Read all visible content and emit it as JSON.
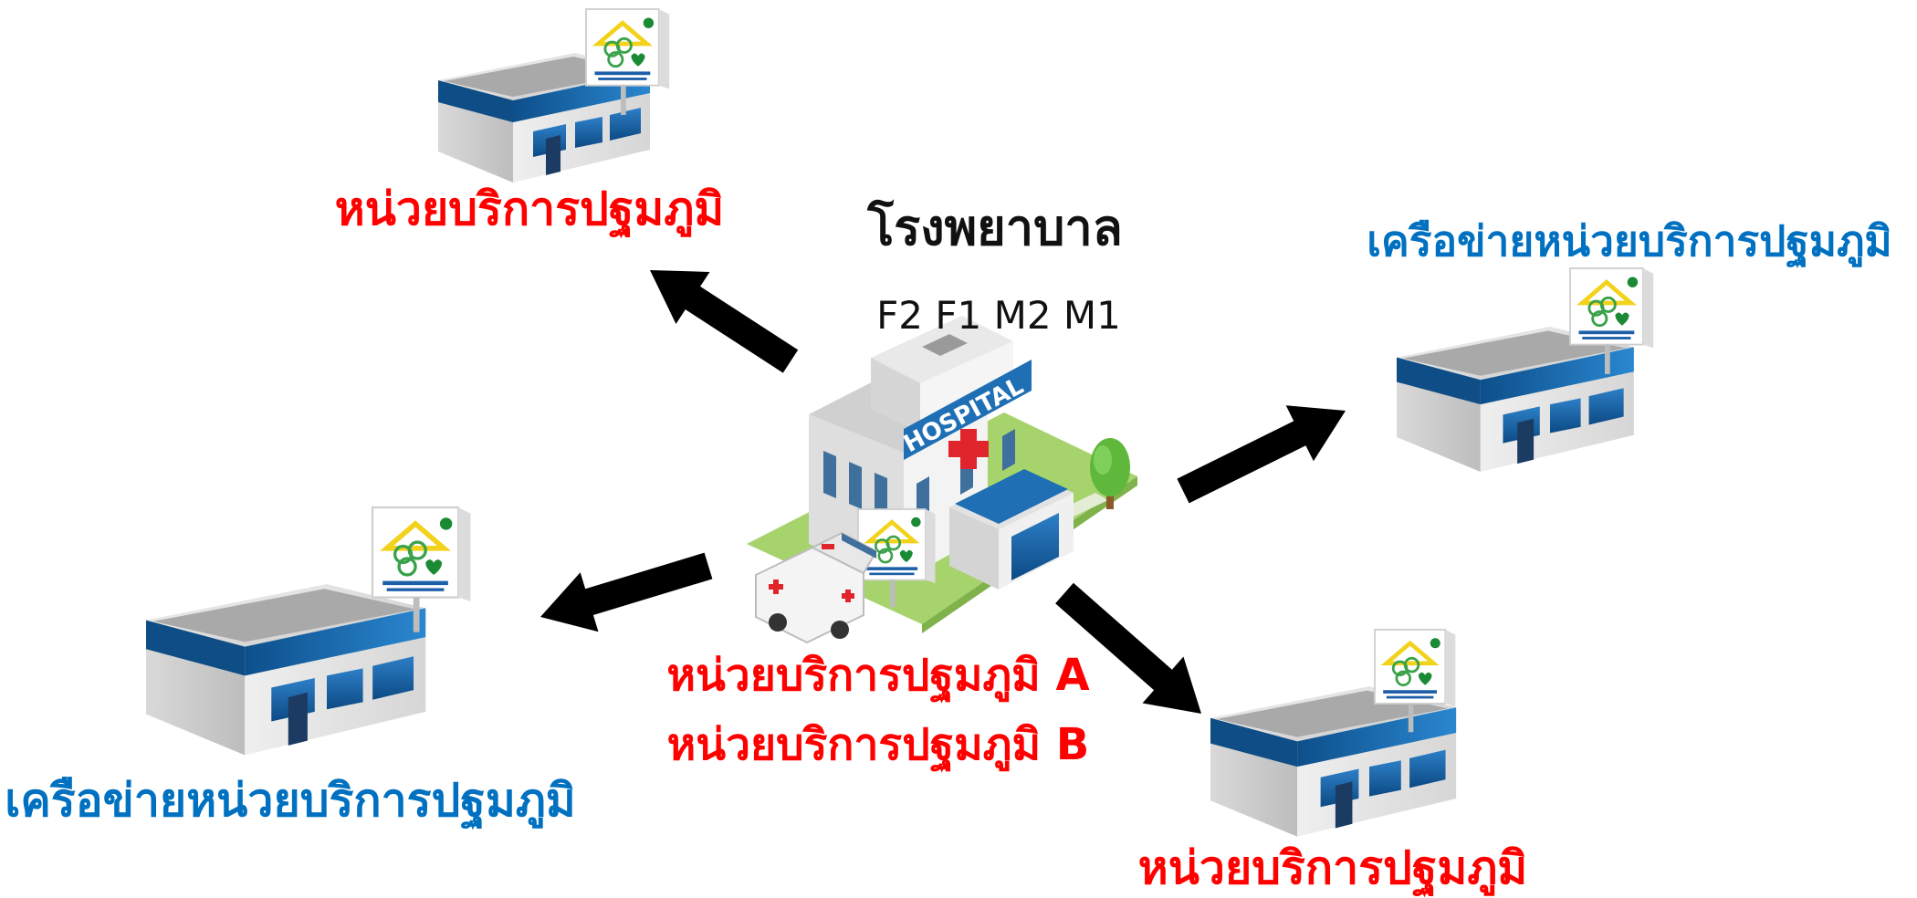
{
  "hospital": {
    "title": "โรงพยาบาล",
    "levels": "F2 F1 M2 M1",
    "sign_text": "HOSPITAL",
    "attached_units": [
      "หน่วยบริการปฐมภูมิ A",
      "หน่วยบริการปฐมภูมิ B"
    ]
  },
  "sites": {
    "top_left": "หน่วยบริการปฐมภูมิ",
    "right": "เครือข่ายหน่วยบริการปฐมภูมิ",
    "bottom_left": "เครือข่ายหน่วยบริการปฐมภูมิ",
    "bottom_right": "หน่วยบริการปฐมภูมิ"
  },
  "colors": {
    "unit_label": "#ff0000",
    "network_label": "#0070c0",
    "hospital_label": "#111111",
    "arrow": "#000000",
    "building_blue": "#1f6fb5",
    "lawn": "#a6d36b"
  },
  "icons": [
    "primary-care-sign-icon",
    "red-cross-icon",
    "ambulance-icon",
    "tree-icon"
  ]
}
